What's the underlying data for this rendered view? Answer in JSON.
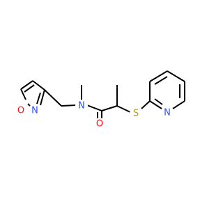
{
  "molecule": {
    "atoms": {
      "o_ring": {
        "label": "O",
        "color": "#ff0d0d"
      },
      "n_ring": {
        "label": "N",
        "color": "#3050f8"
      },
      "n_amide": {
        "label": "N",
        "color": "#3050f8"
      },
      "o_carbonyl": {
        "label": "O",
        "color": "#ff0d0d"
      },
      "s_thio": {
        "label": "S",
        "color": "#b8a000"
      },
      "n_pyridine": {
        "label": "N",
        "color": "#3050f8"
      }
    },
    "bond_color": "#000000"
  }
}
